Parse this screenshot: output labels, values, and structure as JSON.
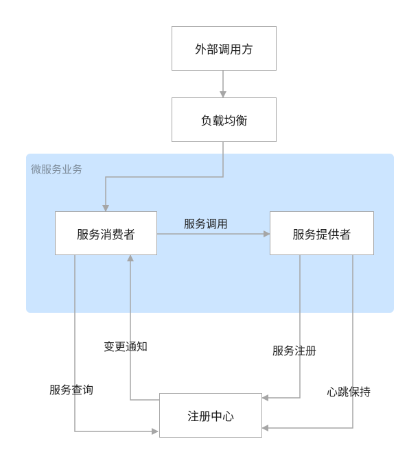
{
  "region": {
    "label": "微服务业务"
  },
  "nodes": {
    "external_caller": "外部调用方",
    "load_balancer": "负载均衡",
    "consumer": "服务消费者",
    "provider": "服务提供者",
    "registry": "注册中心"
  },
  "edge_labels": {
    "service_call": "服务调用",
    "change_notify": "变更通知",
    "service_register": "服务注册",
    "service_query": "服务查询",
    "heartbeat": "心跳保持"
  },
  "colors": {
    "region_fill": "#cce5ff",
    "node_border": "#a6a6a6",
    "edge_line": "#a6a6a6"
  }
}
